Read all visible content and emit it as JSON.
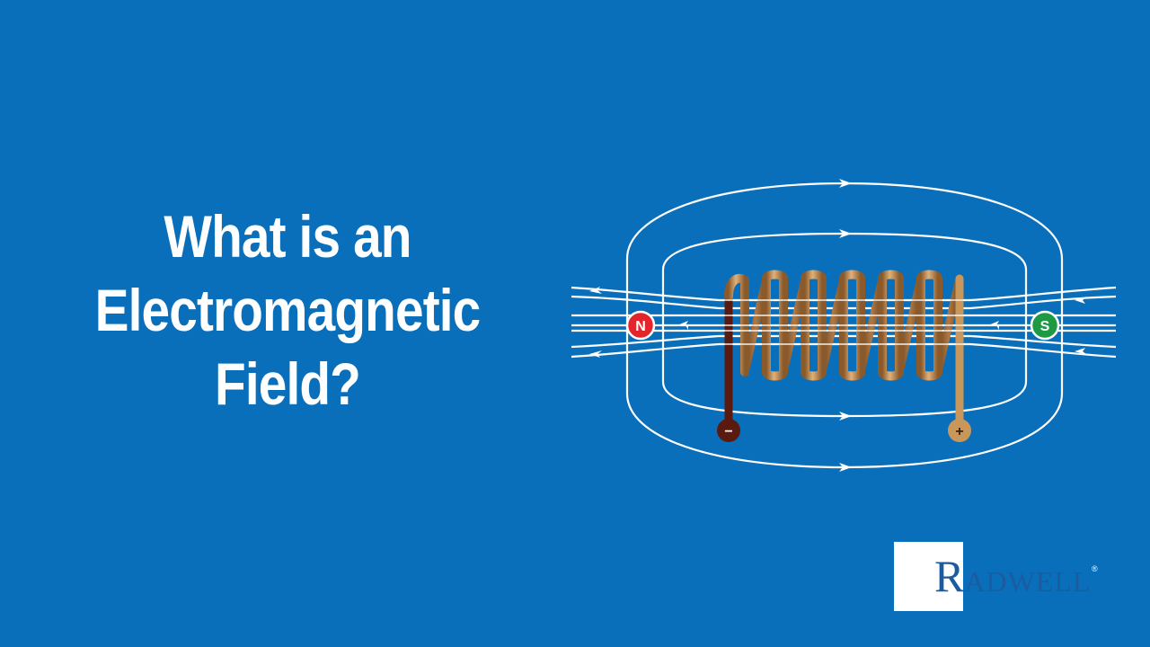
{
  "title": {
    "line1": "What is an",
    "line2": "Electromagnetic",
    "line3": "Field?"
  },
  "diagram": {
    "pole_north": "N",
    "pole_south": "S",
    "terminal_negative": "−",
    "terminal_positive": "+"
  },
  "logo": {
    "initial": "R",
    "rest": "ADWELL",
    "registered": "®"
  },
  "colors": {
    "background": "#0a6fba",
    "field_lines": "#ffffff",
    "north_pole": "#e3262b",
    "south_pole": "#1f9a44",
    "coil_copper": "#c48a4a",
    "negative_lead": "#5b1a10",
    "positive_lead": "#c9975a",
    "logo_text": "#1d5b9f"
  }
}
